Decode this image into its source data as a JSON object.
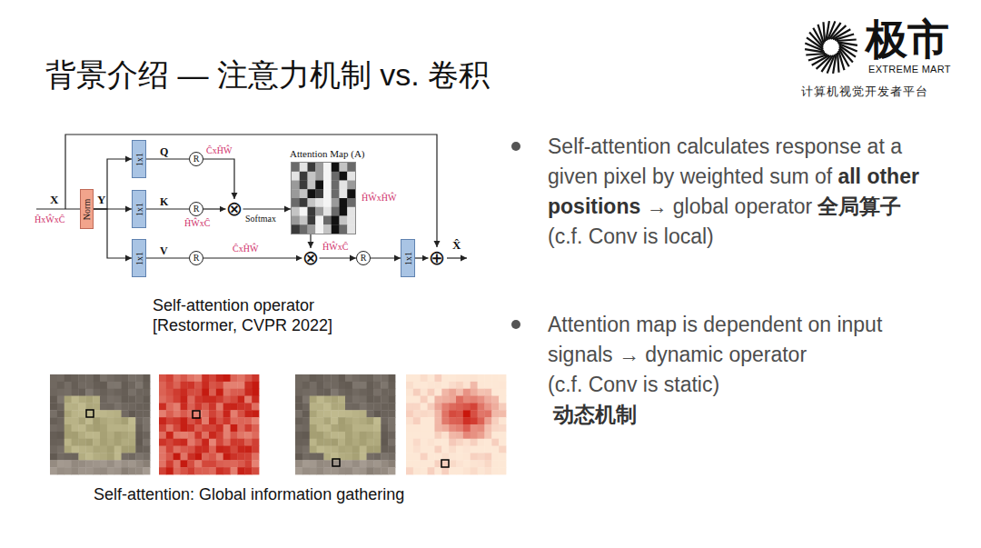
{
  "diagram": {
    "title": "背景介绍 — 注意力机制 vs. 卷积",
    "caption": "Self-attention: Global information gathering",
    "nodes": [
      {
        "text": [
          "Norm"
        ]
      },
      {
        "text": [
          "1x1"
        ]
      },
      {
        "text": [
          "1x1"
        ]
      },
      {
        "text": [
          "1x1"
        ]
      },
      {
        "text": [
          "R"
        ]
      },
      {
        "text": [
          "R"
        ]
      },
      {
        "text": [
          "⊗"
        ]
      },
      {
        "text": [
          "Attention Map (A)"
        ]
      },
      {
        "text": [
          "R"
        ]
      },
      {
        "text": [
          "⊗"
        ]
      },
      {
        "text": [
          "R"
        ]
      },
      {
        "text": [
          "1x1"
        ]
      },
      {
        "text": [
          "⊕"
        ]
      }
    ],
    "edges": [
      {
        "from": 0,
        "to": 1,
        "arrow": "to"
      },
      {
        "from": 0,
        "to": 2,
        "arrow": "to"
      },
      {
        "from": 0,
        "to": 3,
        "arrow": "to"
      },
      {
        "from": 1,
        "to": 4,
        "label": "Q",
        "arrow": "none"
      },
      {
        "from": 2,
        "to": 5,
        "label": "K",
        "arrow": "none"
      },
      {
        "from": 3,
        "to": 8,
        "label": "V",
        "arrow": "none"
      },
      {
        "from": 4,
        "to": 6,
        "label": "ĈxĤŴ",
        "arrow": "to"
      },
      {
        "from": 5,
        "to": 6,
        "label": "ĤŴxĈ",
        "arrow": "to"
      },
      {
        "from": 6,
        "to": 7,
        "label": "Softmax",
        "arrow": "to"
      },
      {
        "from": 7,
        "to": 9,
        "arrow": "to"
      },
      {
        "from": 8,
        "to": 9,
        "label": "ĈxĤŴ",
        "arrow": "to"
      },
      {
        "from": 9,
        "to": 10,
        "label": "ĤŴxĈ",
        "arrow": "to"
      },
      {
        "from": 10,
        "to": 11,
        "arrow": "to"
      },
      {
        "from": 11,
        "to": 12,
        "arrow": "to"
      }
    ],
    "labels": [
      "极市",
      "EXTREME MART",
      "计算机视觉开发者平台",
      "X",
      "ĤxŴxĈ",
      "Y",
      "ĤŴxĤŴ",
      "X̂",
      "Self-attention operator [Restormer, CVPR 2022]",
      "Self-attention calculates response at a given pixel by weighted sum of",
      "all other positions",
      "→ global operator",
      "全局算子",
      "(c.f. Conv is local)",
      "Attention map is dependent on input signals → dynamic operator",
      "(c.f. Conv is static)",
      "动态机制"
    ]
  }
}
